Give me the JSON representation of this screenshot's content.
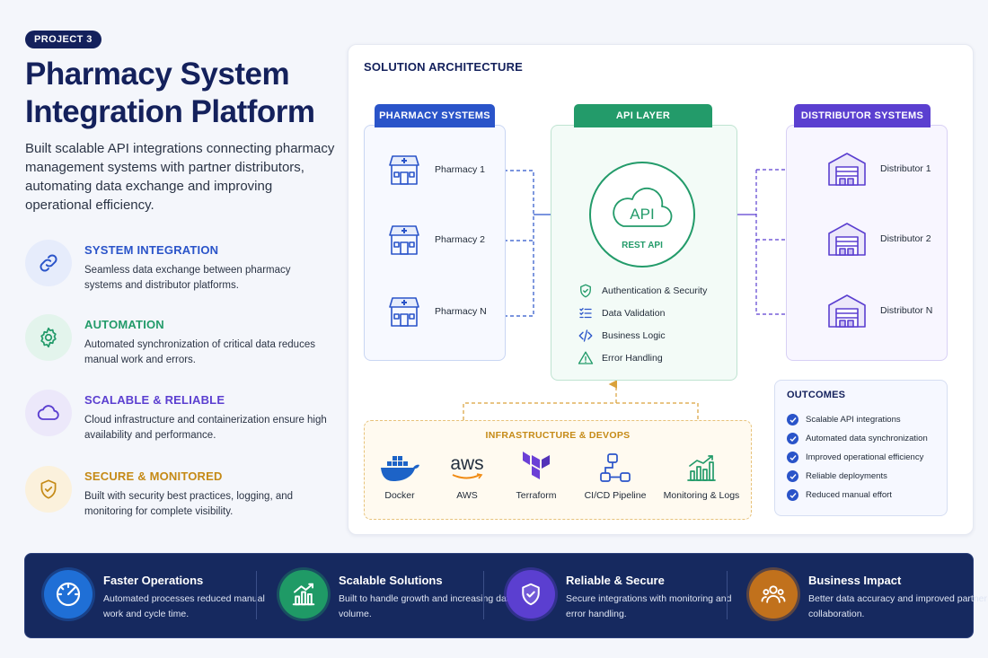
{
  "badge": "PROJECT 3",
  "title": "Pharmacy System Integration Platform",
  "intro": "Built scalable API integrations connecting pharmacy management systems with partner distributors, automating data exchange and improving operational efficiency.",
  "features": [
    {
      "title": "SYSTEM INTEGRATION",
      "desc": "Seamless data exchange between pharmacy systems and distributor platforms.",
      "icon": "link-icon",
      "color": "#2a54c9",
      "bg": "#e6ecfb"
    },
    {
      "title": "AUTOMATION",
      "desc": "Automated synchronization of critical data reduces manual work and errors.",
      "icon": "gear-icon",
      "color": "#239b6a",
      "bg": "#e3f4ec"
    },
    {
      "title": "SCALABLE & RELIABLE",
      "desc": "Cloud infrastructure and containerization ensure high availability and performance.",
      "icon": "cloud-icon",
      "color": "#5b3fd0",
      "bg": "#ece8fa"
    },
    {
      "title": "SECURE & MONITORED",
      "desc": "Built with security best practices, logging, and monitoring for complete visibility.",
      "icon": "shield-icon",
      "color": "#c58a16",
      "bg": "#fbf1dc"
    }
  ],
  "architecture": {
    "title": "SOLUTION ARCHITECTURE",
    "pharmacy_head": "PHARMACY SYSTEMS",
    "pharmacies": [
      "Pharmacy 1",
      "Pharmacy 2",
      "Pharmacy N"
    ],
    "api_head": "API LAYER",
    "api_label": "API",
    "rest_label": "REST API",
    "api_functions": [
      {
        "label": "Authentication & Security",
        "icon": "shield-check-icon"
      },
      {
        "label": "Data Validation",
        "icon": "checklist-icon"
      },
      {
        "label": "Business Logic",
        "icon": "code-icon"
      },
      {
        "label": "Error Handling",
        "icon": "warning-icon"
      }
    ],
    "distributor_head": "DISTRIBUTOR SYSTEMS",
    "distributors": [
      "Distributor 1",
      "Distributor 2",
      "Distributor N"
    ],
    "infra_title": "INFRASTRUCTURE & DEVOPS",
    "tools": [
      {
        "label": "Docker",
        "icon": "docker-icon"
      },
      {
        "label": "AWS",
        "icon": "aws-icon",
        "logo_text": "aws"
      },
      {
        "label": "Terraform",
        "icon": "terraform-icon"
      },
      {
        "label": "CI/CD Pipeline",
        "icon": "pipeline-icon"
      },
      {
        "label": "Monitoring & Logs",
        "icon": "chart-icon"
      }
    ],
    "outcomes_title": "OUTCOMES",
    "outcomes": [
      "Scalable API integrations",
      "Automated data synchronization",
      "Improved operational efficiency",
      "Reliable deployments",
      "Reduced manual effort"
    ]
  },
  "metrics": [
    {
      "title": "Faster Operations",
      "desc": "Automated processes reduced manual work and cycle time.",
      "icon": "speedometer-icon",
      "color": "#1f6fd6"
    },
    {
      "title": "Scalable Solutions",
      "desc": "Built to handle growth and increasing data volume.",
      "icon": "growth-chart-icon",
      "color": "#1f9a66"
    },
    {
      "title": "Reliable & Secure",
      "desc": "Secure integrations with monitoring and error handling.",
      "icon": "shield-check-icon",
      "color": "#5b3fd0"
    },
    {
      "title": "Business Impact",
      "desc": "Better data accuracy and improved partner collaboration.",
      "icon": "team-icon",
      "color": "#c1711c"
    }
  ],
  "colors": {
    "navy": "#14215c",
    "pharmacy_blue": "#2a54c9",
    "api_green": "#239b6a",
    "distributor_purple": "#5b3fd0",
    "infra_amber": "#c58a16"
  }
}
